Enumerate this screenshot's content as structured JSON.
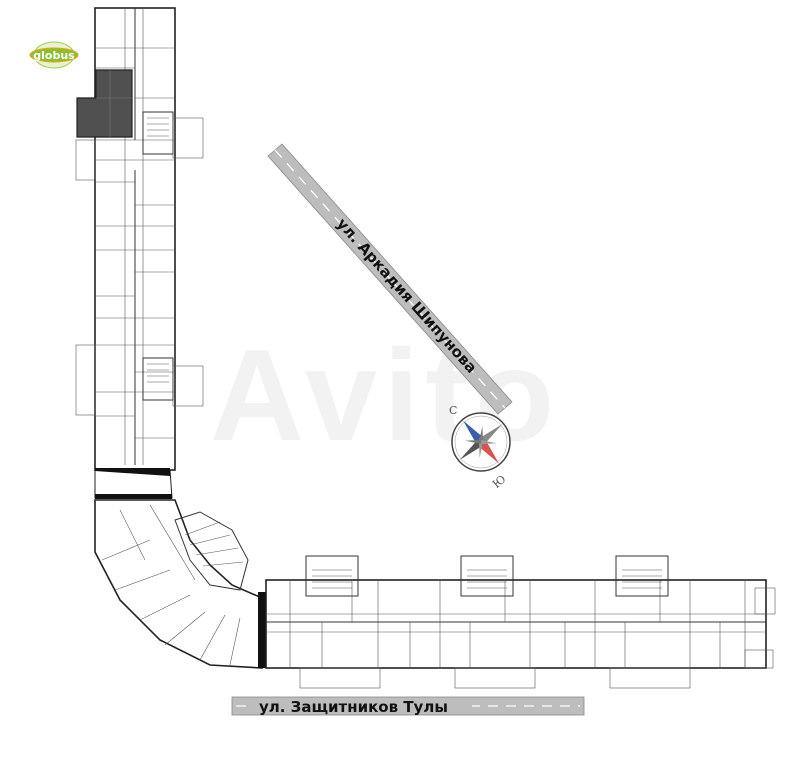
{
  "logo": {
    "text": "globus",
    "color": "#8bbf2f"
  },
  "watermark": {
    "text": "Avito"
  },
  "streets": {
    "diagonal": {
      "label": "ул. Аркадия Шипунова"
    },
    "horizontal": {
      "label": "ул. Защитников Тулы"
    }
  },
  "compass": {
    "north_letter": "С",
    "south_letter": "Ю",
    "north_color": "#3b5fa8",
    "south_color": "#d9534f"
  },
  "highlight": {
    "name": "selected-unit",
    "color": "#555555"
  }
}
